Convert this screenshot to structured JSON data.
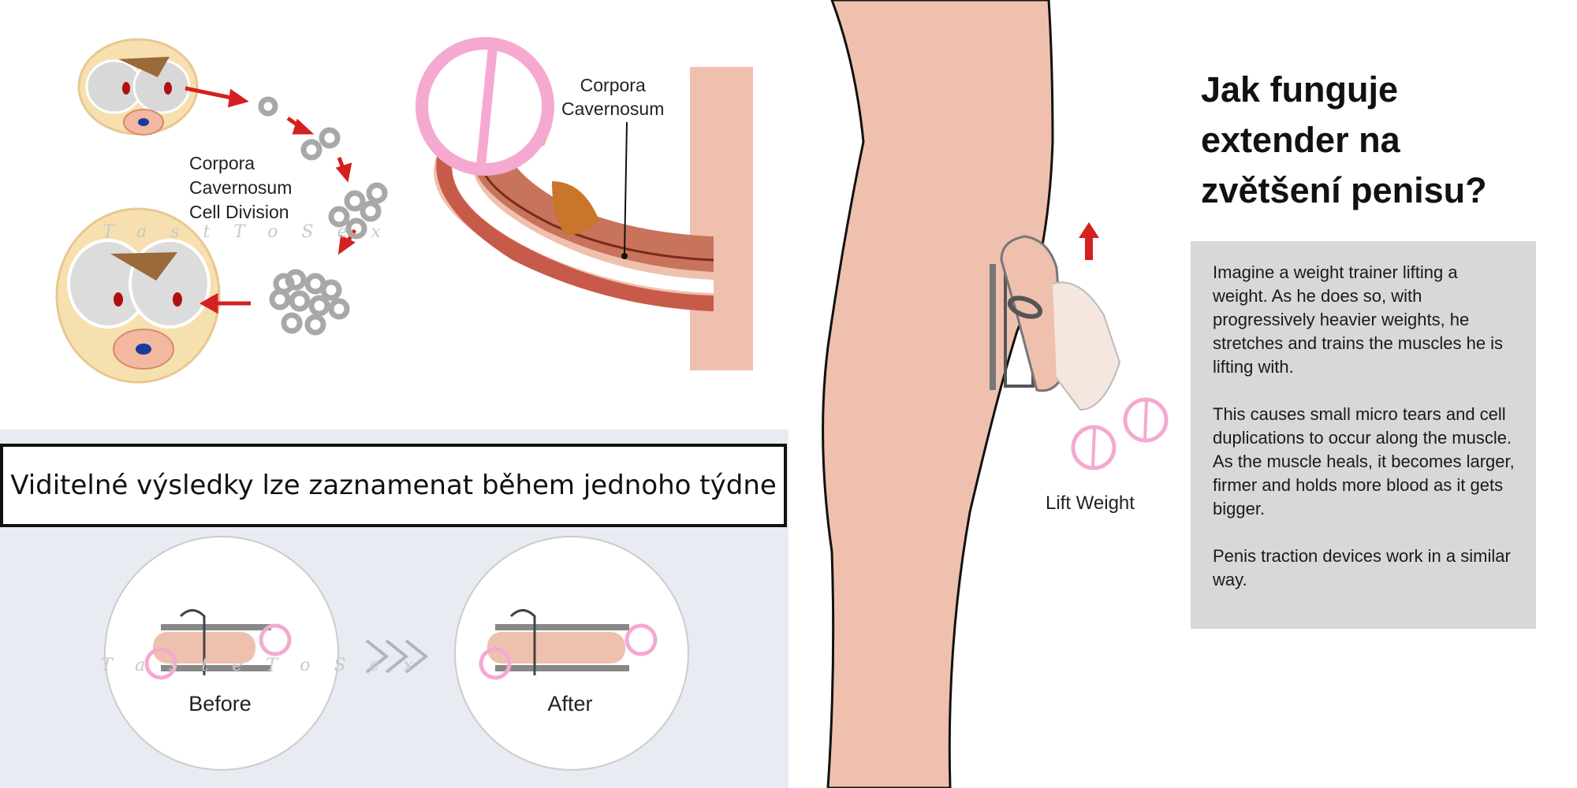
{
  "diagram_top": {
    "cell_division_label": [
      "Corpora",
      "Cavernosum",
      "Cell Division"
    ],
    "cross_section_label": [
      "Corpora",
      "Cavernosum"
    ],
    "watermark": "TastToSex"
  },
  "banner": {
    "text": "Viditelné výsledky lze zaznamenat během jednoho týdne"
  },
  "before_after": {
    "before_label": "Before",
    "after_label": "After",
    "watermark": "TasteToSex"
  },
  "device": {
    "lift_label": "Lift Weight"
  },
  "info_panel": {
    "title_lines": [
      "Jak funguje",
      "extender na",
      "zvětšení penisu?"
    ],
    "paragraphs": [
      "Imagine a weight trainer lifting a weight. As he does so, with progressively heavier weights, he stretches and trains the muscles he is lifting with.",
      "This causes small micro tears and cell duplications to occur along the muscle. As the muscle heals, it becomes larger, firmer and holds more blood as it gets bigger.",
      "Penis traction devices work in a similar way."
    ]
  },
  "colors": {
    "accent_red": "#d42020",
    "skin": "#f0c0ae",
    "pink": "#f5a9d0",
    "panel_gray": "#d8d8d8"
  }
}
